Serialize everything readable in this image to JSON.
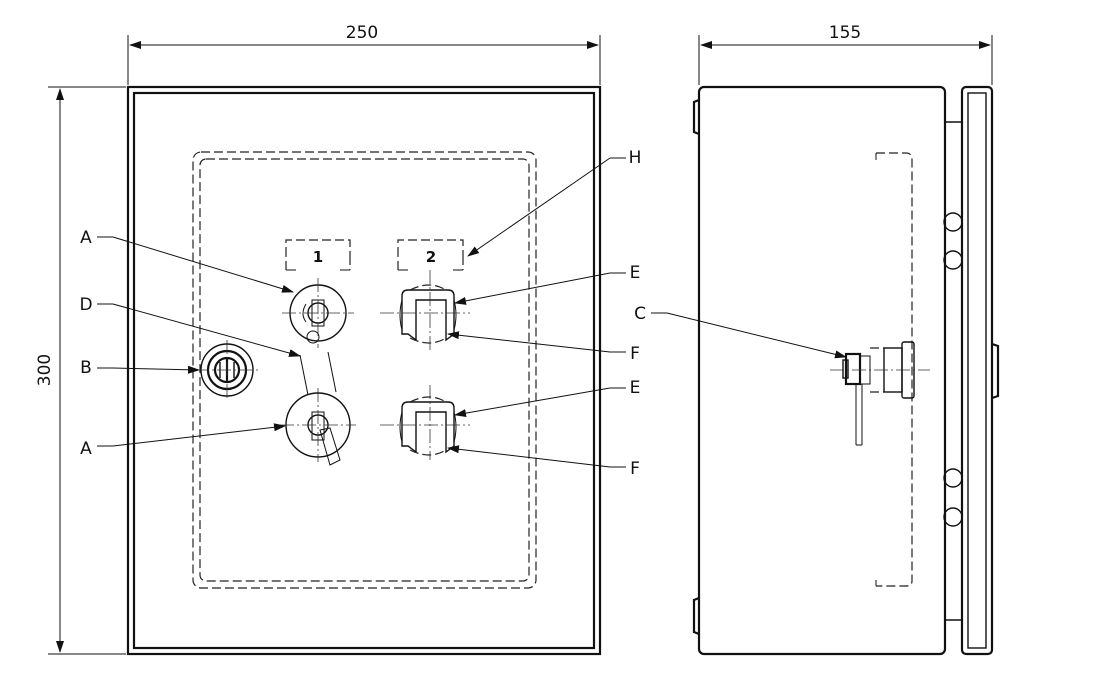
{
  "dimensions": {
    "front_width": "250",
    "side_depth": "155",
    "height": "300"
  },
  "position_numbers": {
    "pos1": "1",
    "pos2": "2"
  },
  "callouts": {
    "A_top": "A",
    "D": "D",
    "B": "B",
    "A_bottom": "A",
    "H": "H",
    "E_top": "E",
    "F_top": "F",
    "E_bottom": "E",
    "F_bottom": "F",
    "C": "C"
  }
}
